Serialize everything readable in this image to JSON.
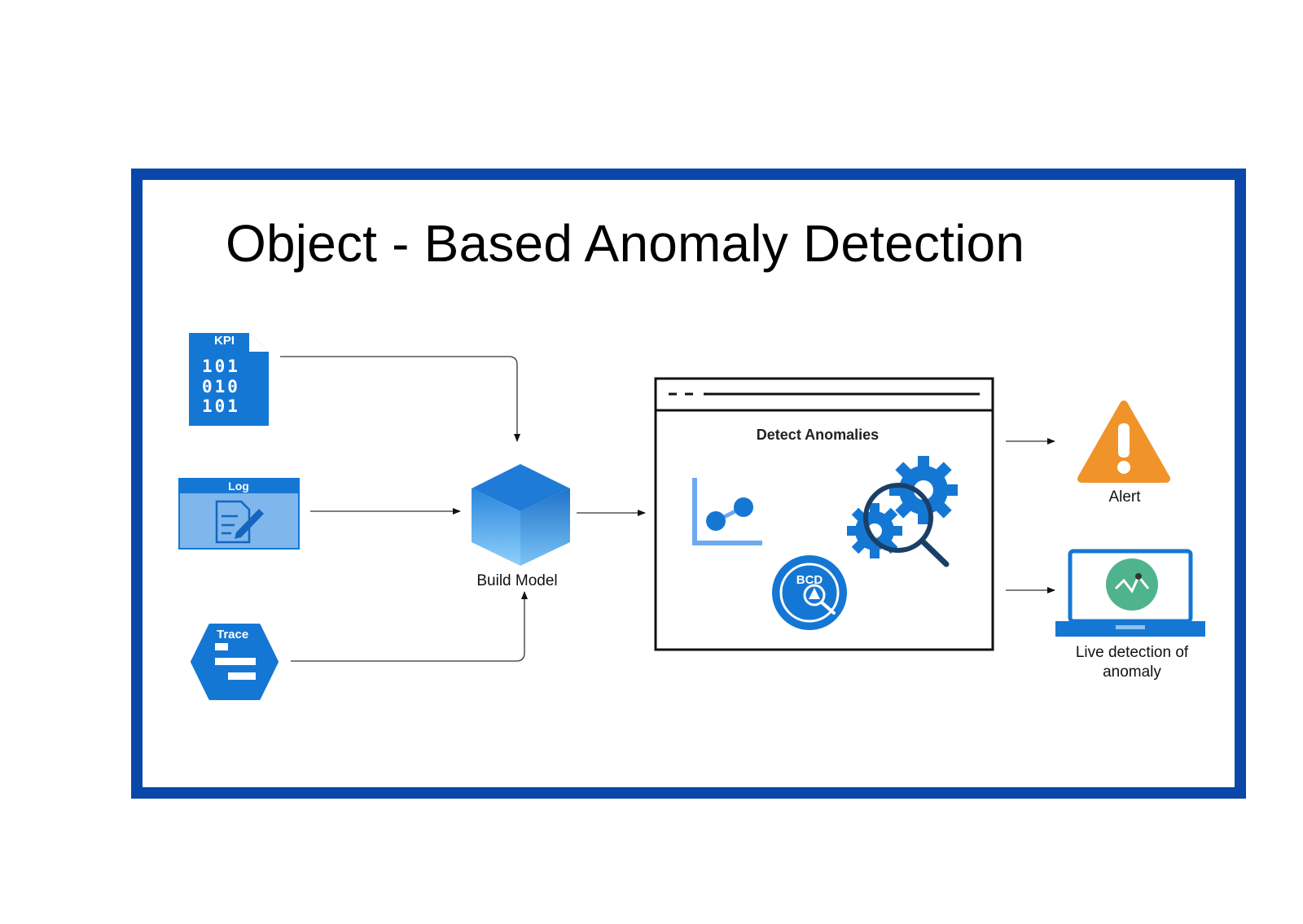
{
  "title": "Object - Based Anomaly Detection",
  "sources": {
    "kpi": {
      "badge": "KPI",
      "line1": "101",
      "line2": "010",
      "line3": "101"
    },
    "log": {
      "badge": "Log"
    },
    "trace": {
      "badge": "Trace"
    }
  },
  "build_model": {
    "label": "Build Model"
  },
  "detect": {
    "label": "Detect Anomalies",
    "badge_text": "BCD"
  },
  "outputs": {
    "alert": {
      "label": "Alert"
    },
    "live": {
      "label_line1": "Live detection of",
      "label_line2": "anomaly"
    }
  },
  "colors": {
    "frame": "#0a47a8",
    "icon_blue": "#1577d4",
    "log_light": "#7fb6ec",
    "alert_orange": "#f0932b",
    "monitor_green": "#4fb38e"
  },
  "icons": [
    "kpi-file-icon",
    "log-window-icon",
    "trace-hexagon-icon",
    "cube-icon",
    "line-chart-icon",
    "gears-magnifier-icon",
    "search-badge-icon",
    "warning-triangle-icon",
    "laptop-monitor-icon"
  ]
}
